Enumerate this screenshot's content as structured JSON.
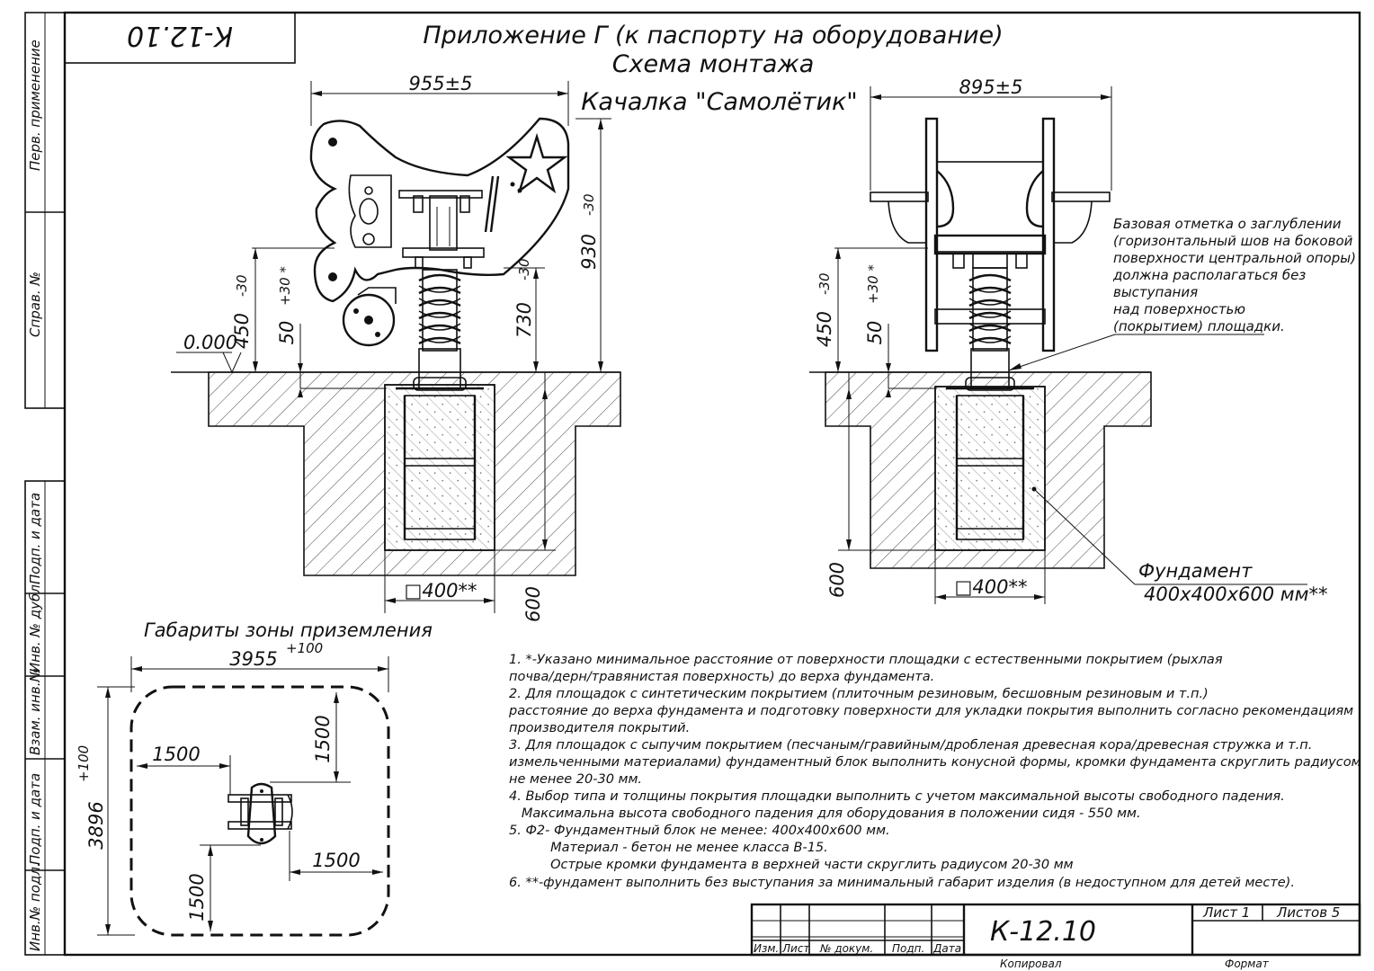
{
  "title": {
    "line1": "Приложение Г (к паспорту на оборудование)",
    "line2": "Схема монтажа",
    "line3": "Качалка \"Самолётик\""
  },
  "top_code": "К-12.10",
  "side_labels": [
    "Перв. применение",
    "Справ. №",
    "Подп. и дата",
    "Инв. № дубл.",
    "Взам. инв.№",
    "Подп. и дата",
    "Инв.№ подл."
  ],
  "front_view": {
    "width_dim": "955±5",
    "h930": "930",
    "h930_tol": "-30",
    "h730": "730",
    "h730_tol": "-30",
    "h450": "450",
    "h450_tol": "-30",
    "h50": "50",
    "h50_tol": "+30 *",
    "zero_level": "0.000",
    "foundation_square": "□400**",
    "depth": "600"
  },
  "side_view": {
    "width_dim": "895±5",
    "h450": "450",
    "h450_tol": "-30",
    "h50": "50",
    "h50_tol": "+30 *",
    "depth": "600",
    "foundation_square": "□400**",
    "base_note": [
      "Базовая отметка о заглублении",
      "(горизонтальный шов на боковой",
      "поверхности центральной опоры)",
      "должна располагаться без",
      "выступания",
      "над поверхностью",
      "(покрытием) площадки."
    ],
    "foundation_label": "Фундамент",
    "foundation_size": "400х400х600 мм**"
  },
  "landing_zone": {
    "title": "Габариты зоны приземления",
    "width": "3955",
    "width_tol": "+100",
    "height": "3896",
    "height_tol": "+100",
    "d1": "1500",
    "d2": "1500",
    "d3": "1500",
    "d4": "1500"
  },
  "notes": [
    "1. *-Указано минимальное расстояние от поверхности площадки с естественными покрытием (рыхлая",
    "почва/дерн/травянистая поверхность) до верха фундамента.",
    "2. Для площадок с синтетическим покрытием (плиточным резиновым, бесшовным резиновым и т.п.)",
    "расстояние до верха фундамента и подготовку поверхности для укладки покрытия выполнить согласно рекомендациям",
    "производителя покрытий.",
    "3. Для площадок с сыпучим покрытием (песчаным/гравийным/дробленая древесная кора/древесная стружка и т.п.",
    "измельченными материалами) фундаментный блок выполнить конусной формы, кромки фундамента скруглить радиусом",
    "не менее 20-30 мм.",
    "4. Выбор типа и толщины покрытия площадки выполнить с учетом максимальной высоты свободного падения.",
    "   Максимальна высота свободного падения для оборудования в положении сидя - 550 мм.",
    "5. Ф2- Фундаментный блок не менее: 400х400х600 мм.",
    "          Материал - бетон не менее класса В-15.",
    "          Острые кромки фундамента в верхней части скруглить радиусом 20-30 мм",
    "6. **-фундамент выполнить без выступания за минимальный габарит изделия (в недоступном для детей месте)."
  ],
  "title_block": {
    "code": "К-12.10",
    "sheet_label": "Лист 1",
    "sheets_label": "Листов 5",
    "col_izm": "Изм.",
    "col_list": "Лист",
    "col_doc": "№ докум.",
    "col_sign": "Подп.",
    "col_date": "Дата",
    "copied": "Копировал",
    "format": "Формат"
  }
}
